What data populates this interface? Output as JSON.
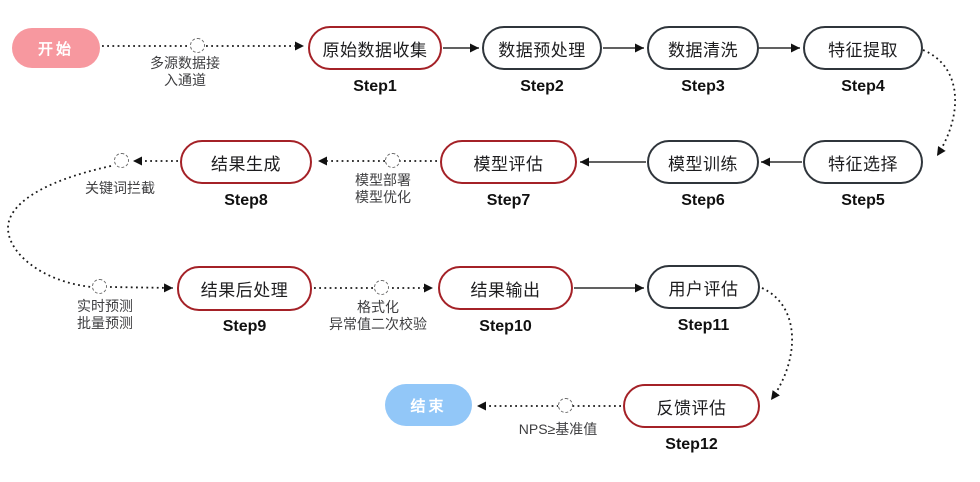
{
  "terminals": {
    "start": {
      "label": "开始"
    },
    "end": {
      "label": "结束"
    }
  },
  "steps": [
    {
      "label": "原始数据收集",
      "step": "Step1"
    },
    {
      "label": "数据预处理",
      "step": "Step2"
    },
    {
      "label": "数据清洗",
      "step": "Step3"
    },
    {
      "label": "特征提取",
      "step": "Step4"
    },
    {
      "label": "特征选择",
      "step": "Step5"
    },
    {
      "label": "模型训练",
      "step": "Step6"
    },
    {
      "label": "模型评估",
      "step": "Step7"
    },
    {
      "label": "结果生成",
      "step": "Step8"
    },
    {
      "label": "结果后处理",
      "step": "Step9"
    },
    {
      "label": "结果输出",
      "step": "Step10"
    },
    {
      "label": "用户评估",
      "step": "Step11"
    },
    {
      "label": "反馈评估",
      "step": "Step12"
    }
  ],
  "gates": [
    {
      "lines": [
        "多源数据接",
        "入通道"
      ]
    },
    {
      "lines": [
        "模型部署",
        "模型优化"
      ]
    },
    {
      "lines": [
        "关键词拦截"
      ]
    },
    {
      "lines": [
        "实时预测",
        "批量预测"
      ]
    },
    {
      "lines": [
        "格式化",
        "异常值二次校验"
      ]
    },
    {
      "lines": [
        "NPS≥基准值"
      ]
    }
  ],
  "colors": {
    "accent-red": "#A42127",
    "node-border": "#2F353B",
    "start-pink": "#F7989F",
    "end-blue": "#92C7F8",
    "ink": "#1D1D1F",
    "muted": "#3F3F41"
  }
}
